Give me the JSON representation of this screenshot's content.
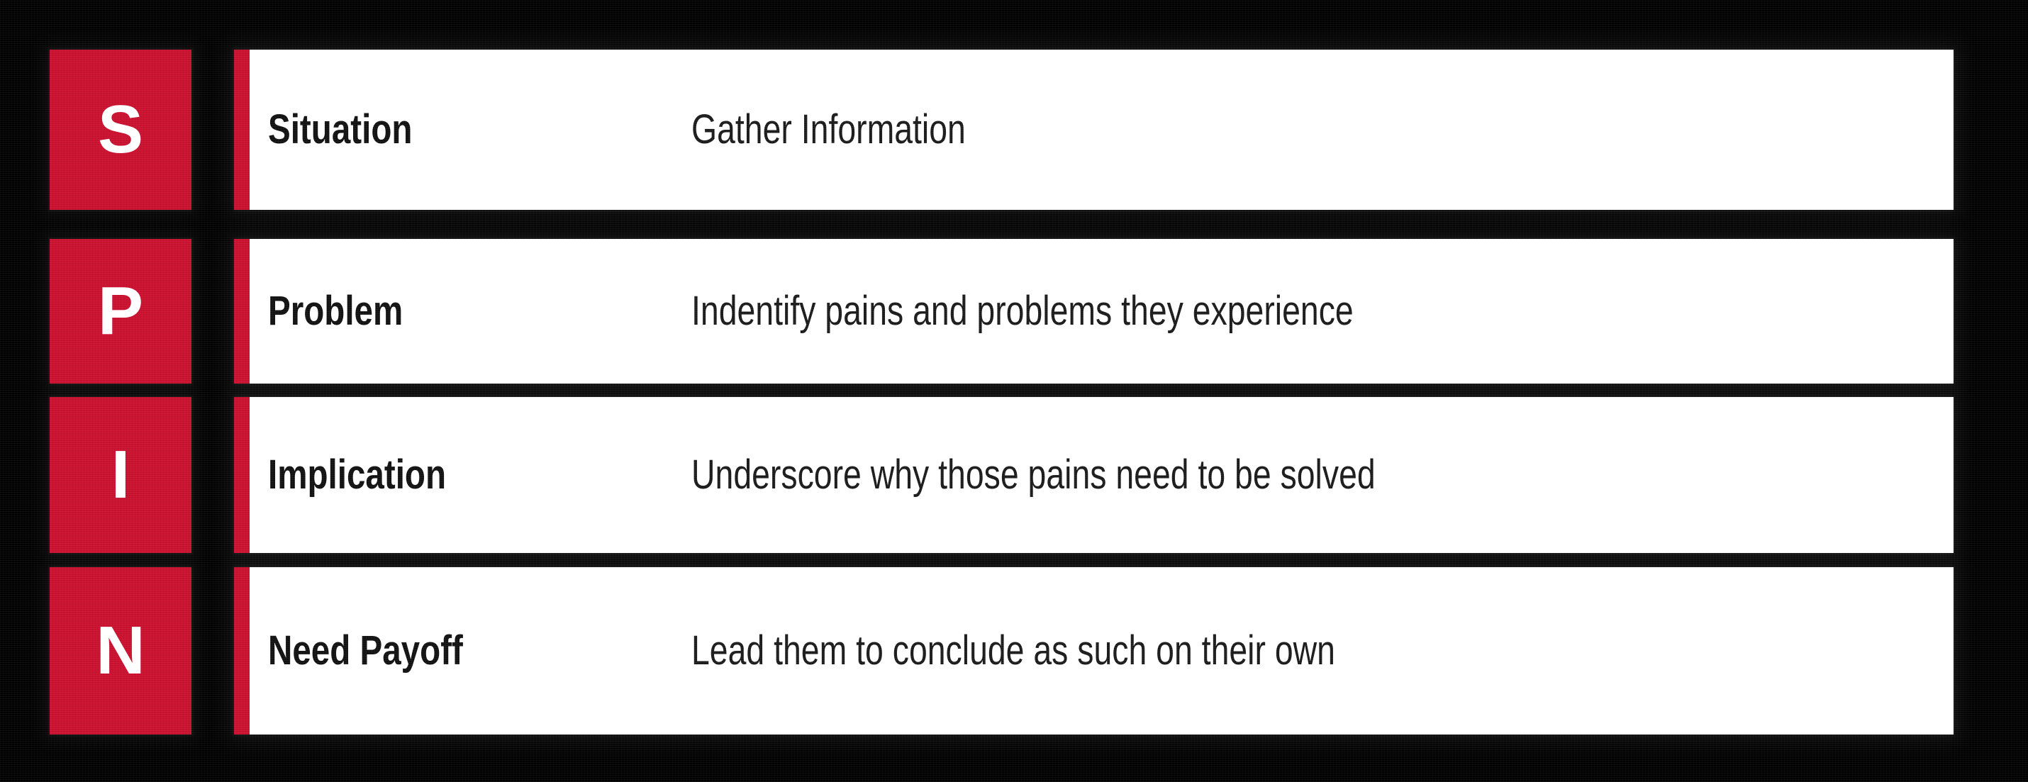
{
  "theme": {
    "background": "#000000",
    "brand_red": "#C8102E",
    "panel_background": "#FFFFFF",
    "text_dark": "#111111",
    "letter_color": "#FFFFFF"
  },
  "framework": {
    "acronym": "SPIN",
    "rows": [
      {
        "letter": "S",
        "title": "Situation",
        "description": "Gather Information"
      },
      {
        "letter": "P",
        "title": "Problem",
        "description": "Indentify pains and problems they experience"
      },
      {
        "letter": "I",
        "title": "Implication",
        "description": "Underscore why those pains need to be solved"
      },
      {
        "letter": "N",
        "title": "Need Payoff",
        "description": "Lead them to conclude as such on their own"
      }
    ]
  }
}
